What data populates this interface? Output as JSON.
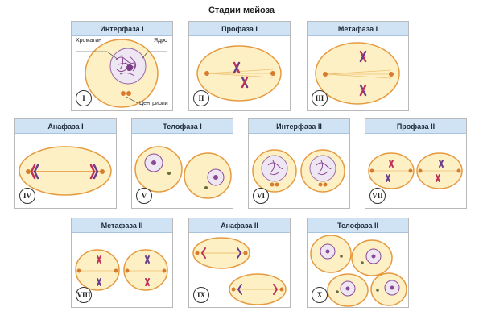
{
  "title": "Стадии мейоза",
  "labels": {
    "chromatin": "Хроматин",
    "nucleus": "Ядро",
    "centrioles": "Центриоли"
  },
  "stages": [
    {
      "name": "Интерфаза I",
      "numeral": "I"
    },
    {
      "name": "Профаза I",
      "numeral": "II"
    },
    {
      "name": "Метафаза I",
      "numeral": "III"
    },
    {
      "name": "Анафаза I",
      "numeral": "IV"
    },
    {
      "name": "Телофаза I",
      "numeral": "V"
    },
    {
      "name": "Интерфаза II",
      "numeral": "VI"
    },
    {
      "name": "Профаза II",
      "numeral": "VII"
    },
    {
      "name": "Метафаза II",
      "numeral": "VIII"
    },
    {
      "name": "Анафаза II",
      "numeral": "IX"
    },
    {
      "name": "Телофаза II",
      "numeral": "X"
    }
  ],
  "colors": {
    "cell_fill": "#fdf0c4",
    "cell_stroke": "#e59a40",
    "nucleus_fill": "#efe6f4",
    "chromatin": "#8a4a92",
    "chromosome_red": "#c0305a",
    "chromosome_purple": "#6a3c8c",
    "centriole": "#d77c2e",
    "header_bg": "#cfe3f5"
  }
}
